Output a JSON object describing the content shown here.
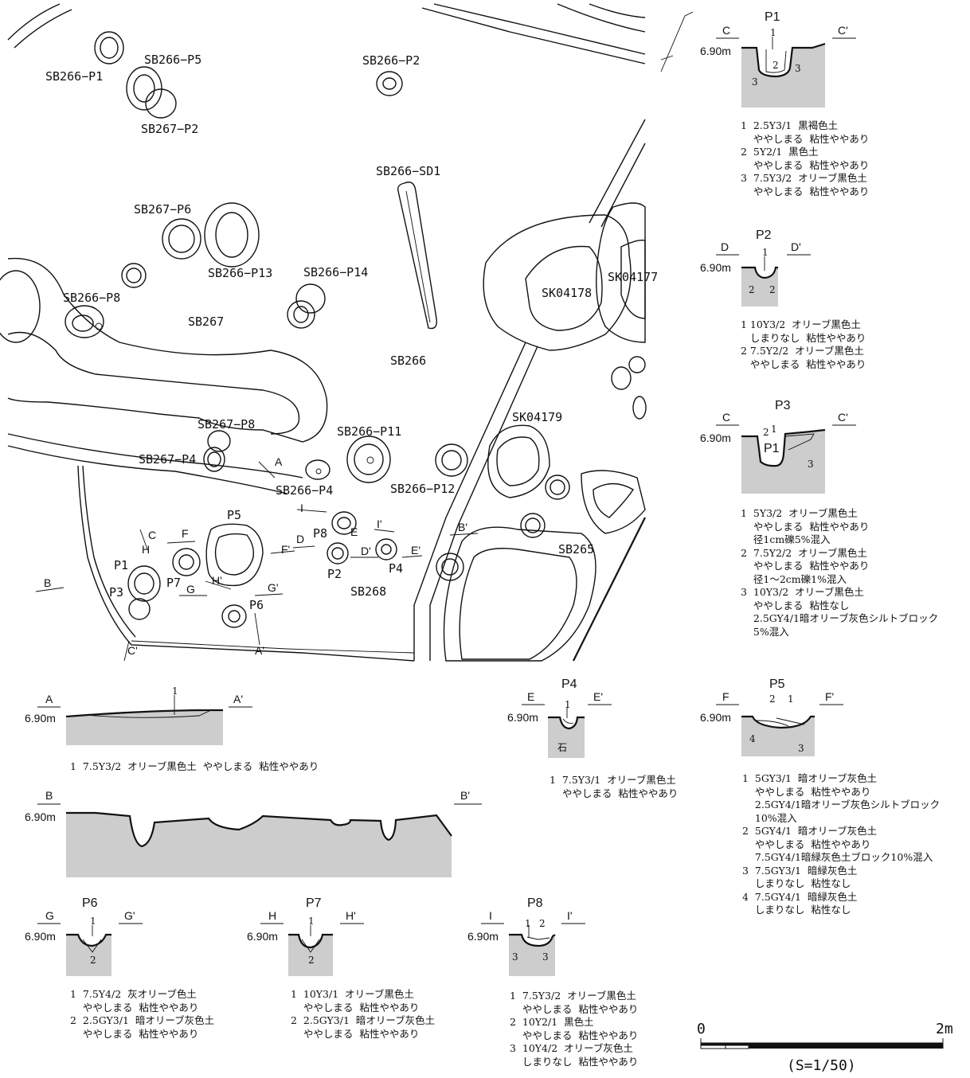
{
  "plan": {
    "features": {
      "sb266_p1": "SB266−P1",
      "sb266_p5": "SB266−P5",
      "sb267_p2": "SB267−P2",
      "sb266_p2": "SB266−P2",
      "sb266_sd1": "SB266−SD1",
      "sb267_p6": "SB267−P6",
      "sb266_p13": "SB266−P13",
      "sb266_p14": "SB266−P14",
      "sb266_p8": "SB266−P8",
      "sb267": "SB267",
      "sb266": "SB266",
      "sk04178": "SK04178",
      "sk04177": "SK04177",
      "sk04179": "SK04179",
      "sb267_p8": "SB267−P8",
      "sb266_p11": "SB266−P11",
      "sb267_p4": "SB267−P4",
      "sb266_p4": "SB266−P4",
      "sb266_p12": "SB266−P12",
      "sb265": "SB265",
      "sb268": "SB268",
      "p1": "P1",
      "p2": "P2",
      "p3": "P3",
      "p4": "P4",
      "p5": "P5",
      "p6": "P6",
      "p7": "P7",
      "p8": "P8"
    },
    "section_marks": {
      "a": "A",
      "a2": "A'",
      "b": "B",
      "b2": "B'",
      "c": "C",
      "c2": "C'",
      "d": "D",
      "d2": "D'",
      "e": "E",
      "e2": "E'",
      "f": "F",
      "f2": "F'",
      "g": "G",
      "g2": "G'",
      "h": "H",
      "h2": "H'",
      "i": "I",
      "i2": "I'"
    }
  },
  "elevation": "6.90m",
  "sections": {
    "p1": {
      "title": "P1",
      "left": "C",
      "right": "C'",
      "layers": [
        "1",
        "2",
        "3",
        "3"
      ],
      "legend": "1  2.5Y3/1  黒褐色土\n    ややしまる  粘性ややあり\n2  5Y2/1  黒色土\n    ややしまる  粘性ややあり\n3  7.5Y3/2  オリーブ黒色土\n    ややしまる  粘性ややあり"
    },
    "p2": {
      "title": "P2",
      "left": "D",
      "right": "D'",
      "layers": [
        "1",
        "2",
        "2"
      ],
      "legend": "1 10Y3/2  オリーブ黒色土\n   しまりなし  粘性ややあり\n2 7.5Y2/2  オリーブ黒色土\n   ややしまる  粘性ややあり"
    },
    "p3": {
      "title": "P3",
      "left": "C",
      "right": "C'",
      "inner": "P1",
      "layers": [
        "1",
        "2",
        "3"
      ],
      "legend": "1  5Y3/2  オリーブ黒色土\n    ややしまる  粘性ややあり\n    径1cm礫5%混入\n2  7.5Y2/2  オリーブ黒色土\n    ややしまる  粘性ややあり\n    径1～2cm礫1%混入\n3  10Y3/2  オリーブ黒色土\n    ややしまる  粘性なし\n    2.5GY4/1暗オリーブ灰色シルトブロック\n    5%混入"
    },
    "a": {
      "left": "A",
      "right": "A'",
      "layers": [
        "1"
      ],
      "legend": "1  7.5Y3/2  オリーブ黒色土  ややしまる  粘性ややあり"
    },
    "p4": {
      "title": "P4",
      "left": "E",
      "right": "E'",
      "layers": [
        "1"
      ],
      "stone": "石",
      "legend": "1  7.5Y3/1  オリーブ黒色土\n    ややしまる  粘性ややあり"
    },
    "p5": {
      "title": "P5",
      "left": "F",
      "right": "F'",
      "layers": [
        "2",
        "1",
        "4",
        "3"
      ],
      "legend": "1  5GY3/1  暗オリーブ灰色土\n    ややしまる  粘性ややあり\n    2.5GY4/1暗オリーブ灰色シルトブロック\n    10%混入\n2  5GY4/1  暗オリーブ灰色土\n    ややしまる  粘性ややあり\n    7.5GY4/1暗緑灰色土ブロック10%混入\n3  7.5GY3/1  暗緑灰色土\n    しまりなし  粘性なし\n4  7.5GY4/1  暗緑灰色土\n    しまりなし  粘性なし"
    },
    "b": {
      "left": "B",
      "right": "B'"
    },
    "p6": {
      "title": "P6",
      "left": "G",
      "right": "G'",
      "layers": [
        "1",
        "2"
      ],
      "legend": "1  7.5Y4/2  灰オリーブ色土\n    ややしまる  粘性ややあり\n2  2.5GY3/1  暗オリーブ灰色土\n    ややしまる  粘性ややあり"
    },
    "p7": {
      "title": "P7",
      "left": "H",
      "right": "H'",
      "layers": [
        "1",
        "2"
      ],
      "legend": "1  10Y3/1  オリーブ黒色土\n    ややしまる  粘性ややあり\n2  2.5GY3/1  暗オリーブ灰色土\n    ややしまる  粘性ややあり"
    },
    "p8": {
      "title": "P8",
      "left": "I",
      "right": "I'",
      "layers": [
        "1",
        "2",
        "3",
        "3"
      ],
      "legend": "1  7.5Y3/2  オリーブ黒色土\n    ややしまる  粘性ややあり\n2  10Y2/1  黒色土\n    ややしまる  粘性ややあり\n3  10Y4/2  オリーブ灰色土\n    しまりなし  粘性ややあり"
    }
  },
  "scale": {
    "start": "0",
    "end": "2m",
    "ratio": "(S=1/50)"
  }
}
